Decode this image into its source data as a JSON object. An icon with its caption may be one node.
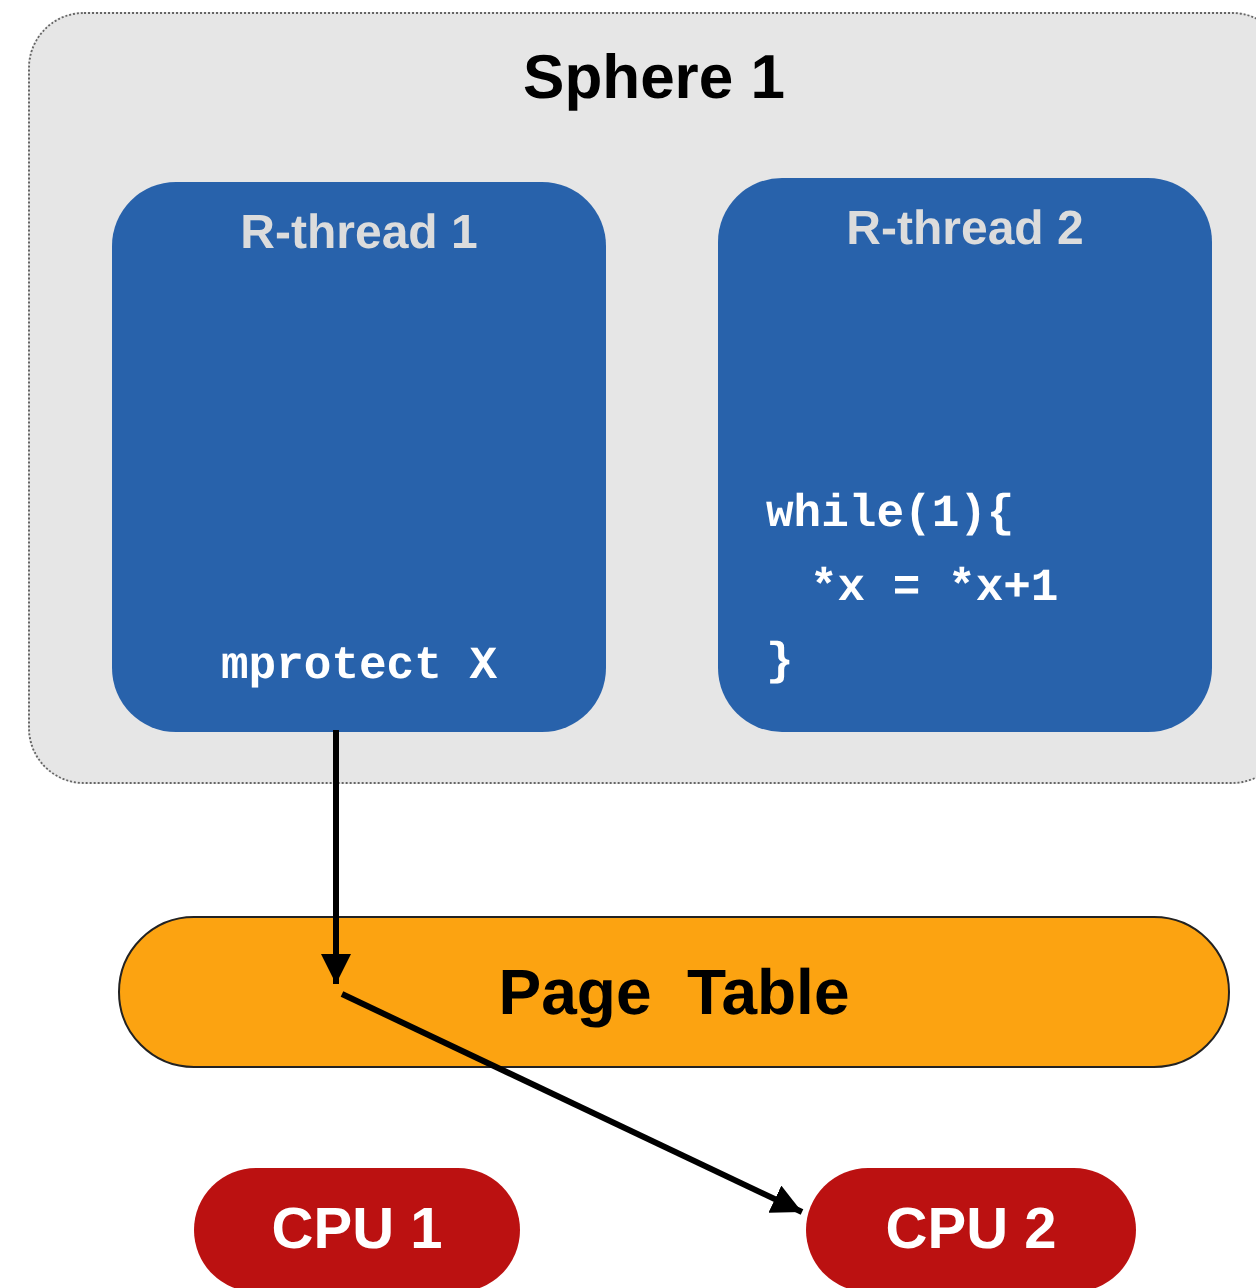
{
  "diagram": {
    "nodes": [
      {
        "text": [
          "Sphere 1"
        ]
      },
      {
        "text": [
          "R-thread 1",
          "mprotect X"
        ],
        "in": 0
      },
      {
        "text": [
          "R-thread 2",
          "while(1){",
          "*x = *x+1",
          "}"
        ],
        "in": 0
      },
      {
        "text": [
          "Page  Table"
        ]
      },
      {
        "text": [
          "CPU 1"
        ]
      },
      {
        "text": [
          "CPU 2"
        ]
      }
    ],
    "edges": [
      {
        "from": 1,
        "to": 3,
        "arrow": "to"
      },
      {
        "from": 3,
        "to": 5,
        "arrow": "to"
      }
    ]
  }
}
